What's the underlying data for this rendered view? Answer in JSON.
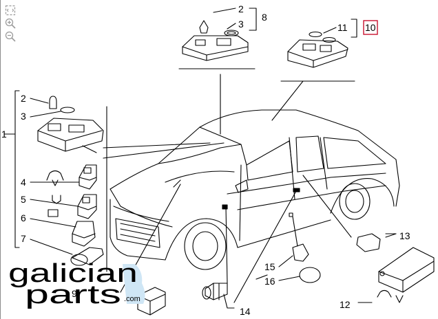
{
  "toolbar": {
    "items": [
      {
        "name": "fit-to-screen-icon"
      },
      {
        "name": "zoom-in-icon"
      },
      {
        "name": "zoom-out-icon"
      }
    ]
  },
  "callouts": {
    "c1": "1",
    "c2a": "2",
    "c3a": "3",
    "c2b": "2",
    "c3b": "3",
    "c4": "4",
    "c5": "5",
    "c6": "6",
    "c7": "7",
    "c8": "8",
    "c9": "9",
    "c10": "10",
    "c11": "11",
    "c12": "12",
    "c13": "13",
    "c14": "14",
    "c15": "15",
    "c16": "16"
  },
  "highlight": {
    "color": "#c8102e",
    "callout": "10"
  },
  "watermark": {
    "line1": "galician",
    "line2": "parts",
    "domain": ".com",
    "accent": "#cfe6f5"
  }
}
